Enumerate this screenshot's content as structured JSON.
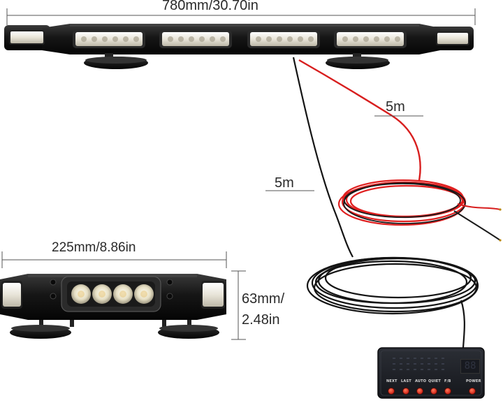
{
  "dimensions": {
    "bar_length": "780mm/30.70in",
    "module_length": "225mm/8.86in",
    "module_height_line1": "63mm/",
    "module_height_line2": "2.48in"
  },
  "cables": {
    "power_cable_length": "5m",
    "controller_cable_length": "5m"
  },
  "controller": {
    "buttons": [
      {
        "label": "NEXT"
      },
      {
        "label": "LAST"
      },
      {
        "label": "AUTO"
      },
      {
        "label": "QUIET"
      },
      {
        "label": "F/B"
      },
      {
        "label": "POWER"
      }
    ],
    "button_color": "#e03a26",
    "display_glyph": "88"
  },
  "colors": {
    "led_white": "#f4f1e6",
    "housing_black": "#141414",
    "power_wire_red": "#d81e1e",
    "dimension_line": "#555555"
  }
}
